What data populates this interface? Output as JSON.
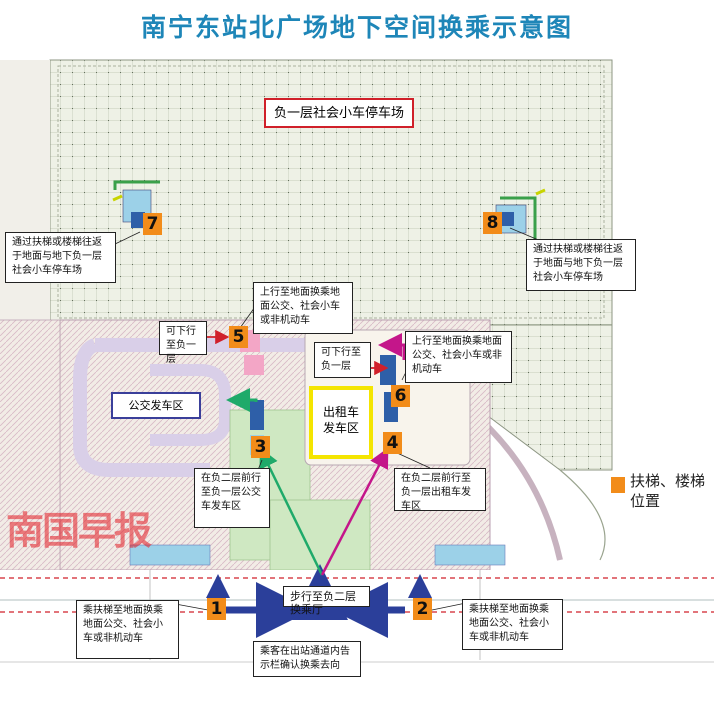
{
  "title": "南宁东站北广场地下空间换乘示意图",
  "parking_label": "负一层社会小车停车场",
  "bus_zone": "公交发车区",
  "taxi_zone": "出租车发车区",
  "badges": [
    "1",
    "2",
    "3",
    "4",
    "5",
    "6",
    "7",
    "8"
  ],
  "notes": {
    "note_7": "通过扶梯或楼梯往返于地面与地下负一层社会小车停车场",
    "note_8": "通过扶梯或楼梯往返于地面与地下负一层社会小车停车场",
    "note_5_up": "上行至地面换乘地面公交、社会小车或非机动车",
    "note_5_down": "可下行至负一层",
    "note_6_down": "可下行至负一层",
    "note_6_up": "上行至地面换乘地面公交、社会小车或非机动车",
    "note_3": "在负二层前行至负一层公交车发车区",
    "note_4": "在负二层前行至负一层出租车发车区",
    "walk": "步行至负二层换乘厅",
    "note_1": "乘扶梯至地面换乘地面公交、社会小车或非机动车",
    "note_2": "乘扶梯至地面换乘地面公交、社会小车或非机动车",
    "bottom": "乘客在出站通道内告示栏确认换乘去向"
  },
  "legend": {
    "label": "扶梯、楼梯位置",
    "color": "#f28c1a"
  },
  "watermark": "南国早报",
  "colors": {
    "title": "#1e86b8",
    "arrow_green": "#1faa6a",
    "arrow_magenta": "#c4168a",
    "arrow_red": "#d0202a",
    "arrow_blue": "#2b3f9a",
    "grid": "#7f8f7a",
    "green_area": "#cfe8c2",
    "pink_area": "#f3cfe0",
    "lavender": "#d9cfe8"
  }
}
